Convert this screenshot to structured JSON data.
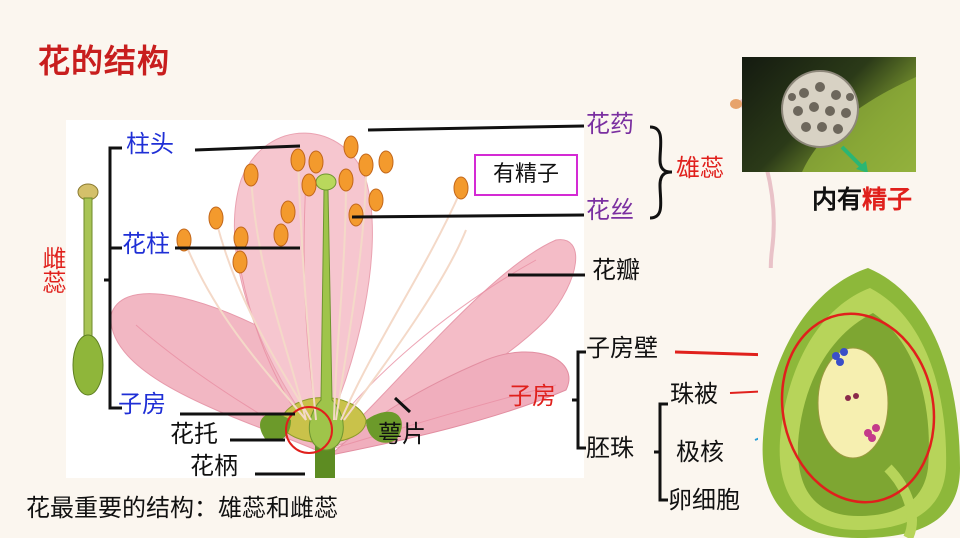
{
  "title": "花的结构",
  "flower": {
    "stigma": "柱头",
    "style": "花柱",
    "ovary": "子房",
    "receptacle": "花托",
    "pedicel": "花柄",
    "sepal": "萼片",
    "anther": "花药",
    "filament": "花丝",
    "petal": "花瓣",
    "pistil": "雌蕊",
    "stamen": "雄蕊",
    "callout": "有精子"
  },
  "ovary_parts": {
    "heading": "子房",
    "ovary_wall": "子房壁",
    "ovule": "胚珠",
    "integument": "珠被",
    "polar_nuclei": "极核",
    "egg_cell": "卵细胞"
  },
  "pollen_note": {
    "prefix": "内有",
    "highlight": "精子"
  },
  "summary": "花最重要的结构：雄蕊和雌蕊",
  "colors": {
    "title_red": "#c81e1e",
    "label_blue": "#1f2fd6",
    "label_red": "#e0201c",
    "label_purple": "#7a2fa0",
    "callout_border": "#d42ad4",
    "arrow_green": "#2bb673"
  }
}
